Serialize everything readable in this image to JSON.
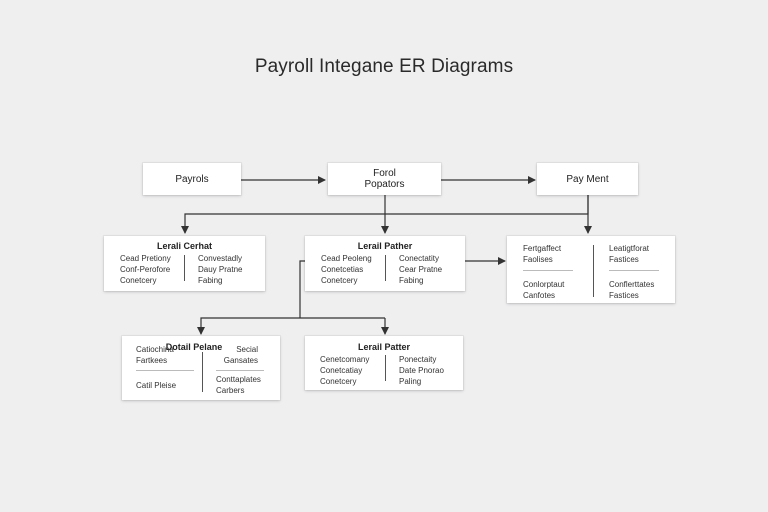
{
  "title": "Payroll Integane ER Diagrams",
  "top_nodes": {
    "payrols": "Payrols",
    "payroll_popators_line1": "Forol",
    "payroll_popators_line2": "Popators",
    "payment": "Pay Ment"
  },
  "entity_left": {
    "title": "Lerali Cerhat",
    "left": [
      "Cead Pretiony",
      "Conf-Perofore",
      "Conetcery"
    ],
    "right": [
      "Convestadly",
      "Dauy Pratne",
      "Fabing"
    ]
  },
  "entity_middle": {
    "title": "Lerail Pather",
    "left": [
      "Cead Peoleng",
      "Conetcetias",
      "Conetcery"
    ],
    "right": [
      "Conectatity",
      "Cear Pratne",
      "Fabing"
    ]
  },
  "entity_right": {
    "top_left": [
      "Fertgaffect",
      "Faolises"
    ],
    "top_right": [
      "Leatigtforat",
      "Fastices"
    ],
    "bottom_left": [
      "Conlorptaut",
      "Canfotes"
    ],
    "bottom_right": [
      "Conflerttates",
      "Fastices"
    ]
  },
  "entity_bottom_left": {
    "title": "Dotail Pelane",
    "top_left": [
      "Catiochina",
      "Fartkees"
    ],
    "top_right": [
      "Secial",
      "Gansates"
    ],
    "bottom_left": [
      "Catil Pleise"
    ],
    "bottom_right": [
      "Conttaplates",
      "Carbers"
    ]
  },
  "entity_bottom_middle": {
    "title": "Lerail Patter",
    "left": [
      "Cenetcomany",
      "Conetcatiay",
      "Conetcery"
    ],
    "right": [
      "Ponectaity",
      "Date Pnorao",
      "Paling"
    ]
  }
}
